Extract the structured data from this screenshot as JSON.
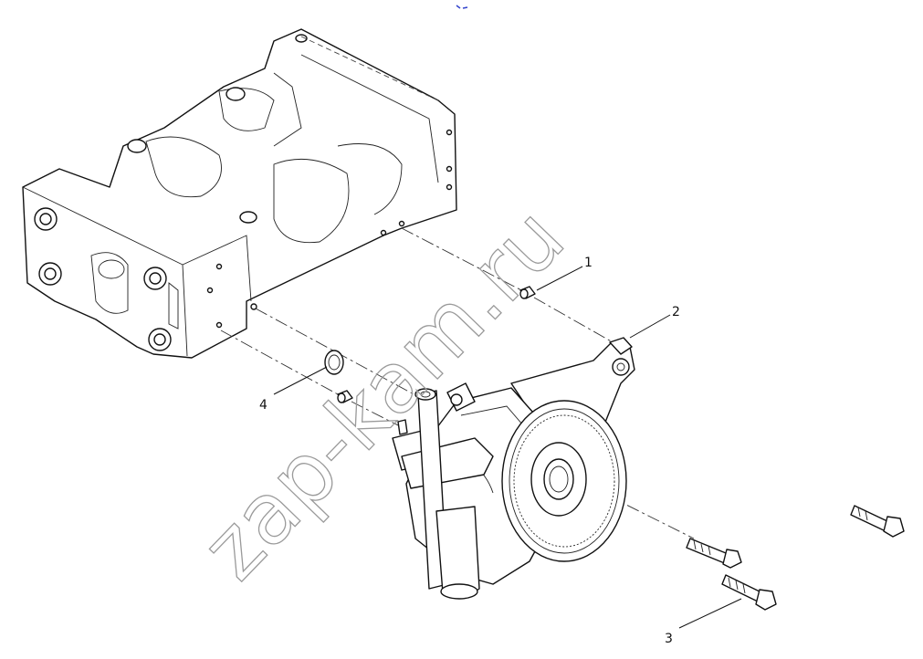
{
  "callouts": [
    {
      "id": "callout-1",
      "text": "1"
    },
    {
      "id": "callout-2",
      "text": "2"
    },
    {
      "id": "callout-3",
      "text": "3"
    },
    {
      "id": "callout-4",
      "text": "4"
    }
  ],
  "watermark": "zap-kam.ru",
  "colors": {
    "line": "#111111",
    "watermark": "#9a9a9a",
    "background": "#ffffff",
    "mark": "#3344cc"
  }
}
